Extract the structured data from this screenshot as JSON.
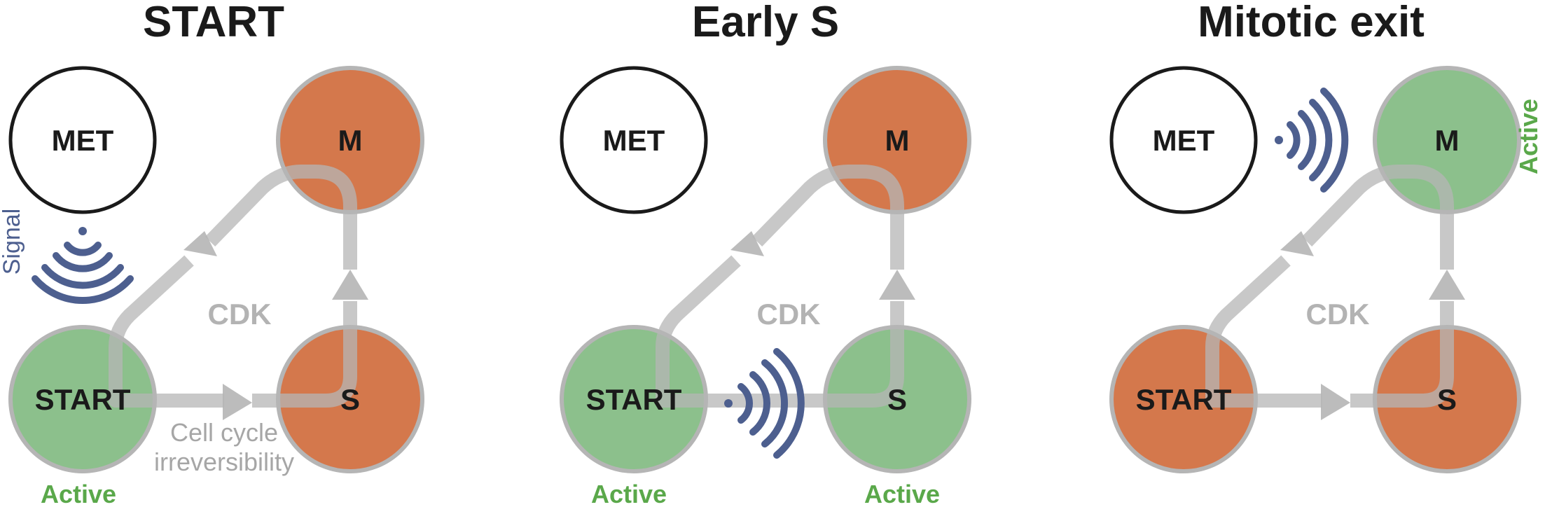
{
  "colors": {
    "active": "#8cc08c",
    "inactive": "#d4784c",
    "met": "#ffffff",
    "ring": "#b5b5b5",
    "arrow": "#b5b5b5",
    "signal": "#4d5f8f",
    "active_text": "#5aa84a"
  },
  "panels": [
    {
      "title": "START",
      "nodes": {
        "met": {
          "label": "MET",
          "state": "met"
        },
        "m": {
          "label": "M",
          "state": "inactive"
        },
        "start": {
          "label": "START",
          "state": "active"
        },
        "s": {
          "label": "S",
          "state": "inactive"
        }
      },
      "cdk_label": "CDK",
      "note_lines": [
        "Cell cycle",
        "irreversibility"
      ],
      "signal_label": "Signal",
      "active_labels": [
        "Active"
      ]
    },
    {
      "title": "Early S",
      "nodes": {
        "met": {
          "label": "MET",
          "state": "met"
        },
        "m": {
          "label": "M",
          "state": "inactive"
        },
        "start": {
          "label": "START",
          "state": "active"
        },
        "s": {
          "label": "S",
          "state": "active"
        }
      },
      "cdk_label": "CDK",
      "active_labels": [
        "Active",
        "Active"
      ]
    },
    {
      "title": "Mitotic exit",
      "nodes": {
        "met": {
          "label": "MET",
          "state": "met"
        },
        "m": {
          "label": "M",
          "state": "active"
        },
        "start": {
          "label": "START",
          "state": "inactive"
        },
        "s": {
          "label": "S",
          "state": "inactive"
        }
      },
      "cdk_label": "CDK",
      "active_labels": [
        "Active"
      ]
    }
  ]
}
